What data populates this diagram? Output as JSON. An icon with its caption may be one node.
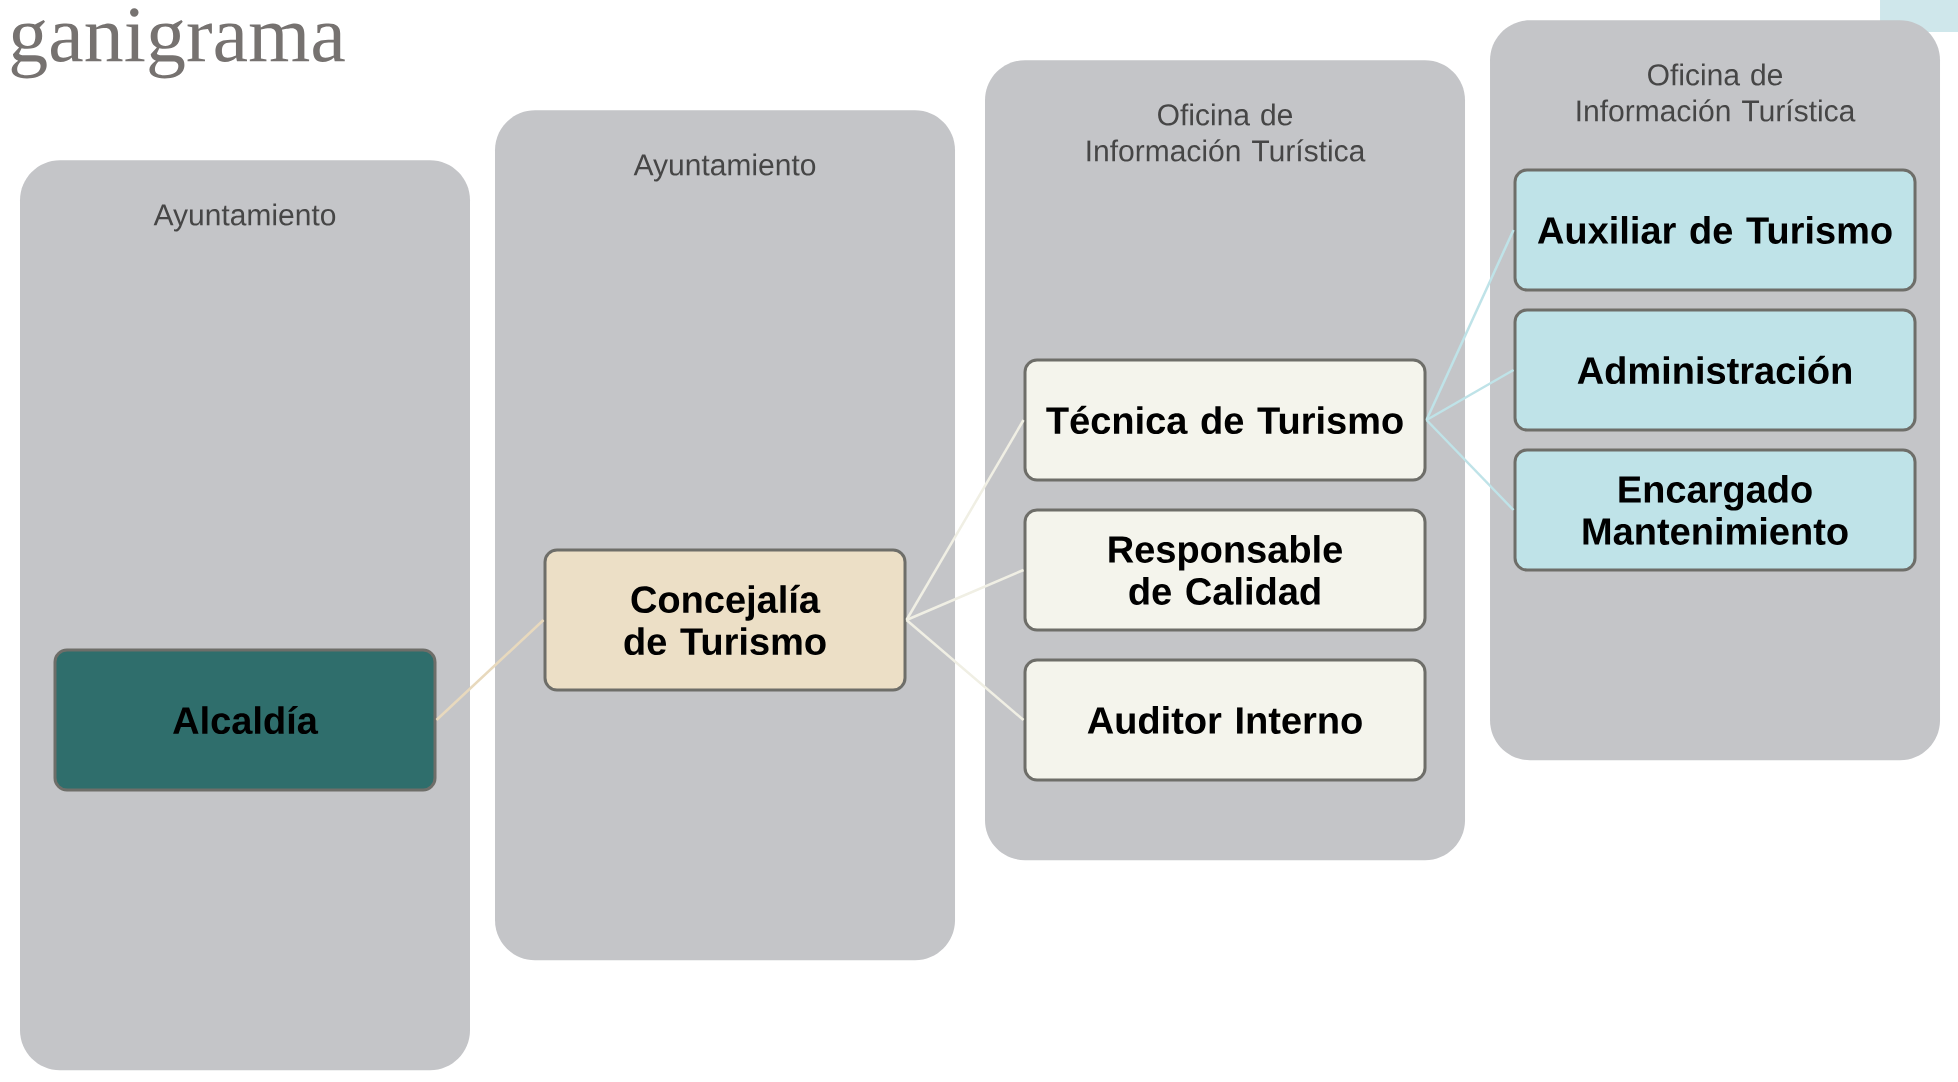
{
  "diagram": {
    "title": "ganigrama",
    "nodes": [
      {
        "text": [
          "Ayuntamiento"
        ]
      },
      {
        "text": [
          "Alcaldía"
        ],
        "in": 0
      },
      {
        "text": [
          "Ayuntamiento"
        ]
      },
      {
        "text": [
          "Concejalía de Turismo"
        ],
        "in": 2
      },
      {
        "text": [
          "Oficina de Información Turística"
        ]
      },
      {
        "text": [
          "Técnica de Turismo"
        ],
        "in": 4
      },
      {
        "text": [
          "Responsable de Calidad"
        ],
        "in": 4
      },
      {
        "text": [
          "Auditor Interno"
        ],
        "in": 4
      },
      {
        "text": [
          "Oficina de Información Turística"
        ]
      },
      {
        "text": [
          "Auxiliar de Turismo"
        ],
        "in": 8
      },
      {
        "text": [
          "Administración"
        ],
        "in": 8
      },
      {
        "text": [
          "Encargado Mantenimiento"
        ],
        "in": 8
      }
    ],
    "edges": [
      {
        "from": 1,
        "to": 3,
        "arrow": "none",
        "color": "#e8d9bd"
      },
      {
        "from": 3,
        "to": 5,
        "arrow": "none"
      },
      {
        "from": 3,
        "to": 6,
        "arrow": "none"
      },
      {
        "from": 3,
        "to": 7,
        "arrow": "none"
      },
      {
        "from": 5,
        "to": 9,
        "arrow": "none",
        "color": "#bfe3e8"
      },
      {
        "from": 5,
        "to": 10,
        "arrow": "none",
        "color": "#bfe3e8"
      },
      {
        "from": 5,
        "to": 11,
        "arrow": "none",
        "color": "#bfe3e8"
      }
    ]
  }
}
